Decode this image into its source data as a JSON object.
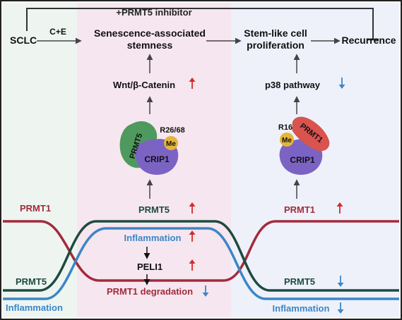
{
  "top": {
    "inhibitor": "+PRMT5 inhibitor"
  },
  "flow": {
    "sclc": "SCLC",
    "treatment": "C+E",
    "senescence_line1": "Senescence-associated",
    "senescence_line2": "stemness",
    "stemlike_line1": "Stem-like cell",
    "stemlike_line2": "proliferation",
    "recurrence": "Recurrence"
  },
  "pathways": {
    "wnt": "Wnt/β-Catenin",
    "p38": "p38 pathway"
  },
  "complex_left": {
    "prmt": "PRMT5",
    "crip": "CRIP1",
    "site": "R26/68",
    "mod": "Me"
  },
  "complex_right": {
    "prmt": "PRMT1",
    "crip": "CRIP1",
    "site": "R16",
    "mod": "Me"
  },
  "levels": {
    "prmt1_left": "PRMT1",
    "prmt5_center": "PRMT5",
    "prmt1_right": "PRMT1",
    "prmt5_left": "PRMT5",
    "inflammation_left": "Inflammation",
    "inflammation_center": "Inflammation",
    "peli1": "PELI1",
    "prmt1_degradation": "PRMT1 degradation",
    "prmt5_right": "PRMT5",
    "inflammation_right": "Inflammation"
  },
  "colors": {
    "prmt1": "#a32a3c",
    "prmt5": "#1f4a40",
    "inflammation": "#3c86c6",
    "up_arrow": "#d42a2a",
    "down_arrow": "#3c86c6",
    "panel_left": "#eef5f1",
    "panel_mid": "#f6e6ef",
    "panel_right": "#eef1fa",
    "crip1": "#7b63c4",
    "prmt5_protein": "#4e9a5e",
    "prmt1_protein": "#d9534f",
    "methyl": "#e3b53b"
  }
}
